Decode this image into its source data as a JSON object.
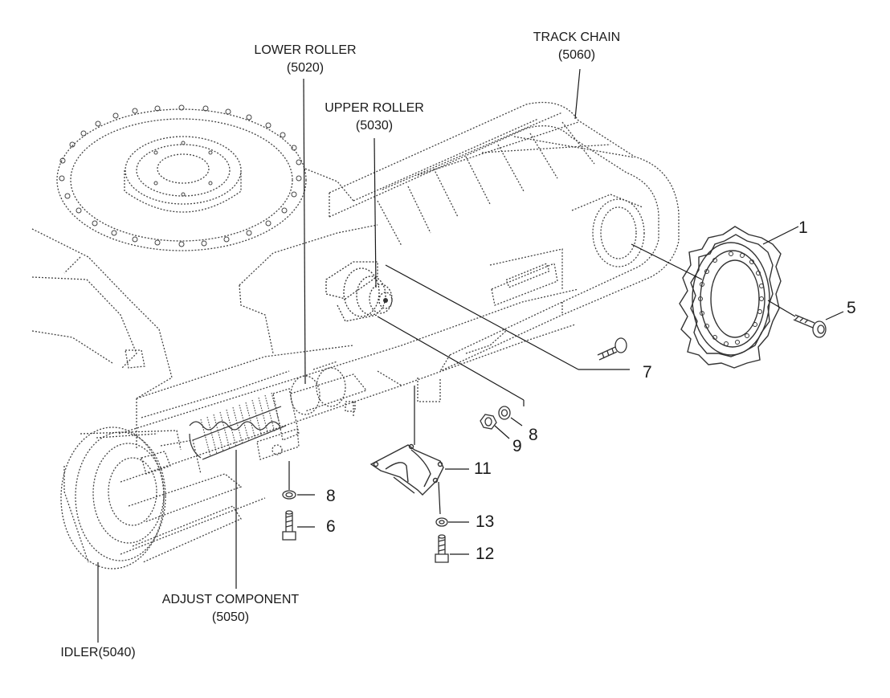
{
  "labels": {
    "track_chain": {
      "name": "TRACK CHAIN",
      "code": "(5060)"
    },
    "lower_roller": {
      "name": "LOWER ROLLER",
      "code": "(5020)"
    },
    "upper_roller": {
      "name": "UPPER ROLLER",
      "code": "(5030)"
    },
    "adjust_component": {
      "name": "ADJUST COMPONENT",
      "code": "(5050)"
    },
    "idler": {
      "name": "IDLER(5040)"
    }
  },
  "callouts": {
    "n1": "1",
    "n5": "5",
    "n7": "7",
    "n8a": "8",
    "n9": "9",
    "n11": "11",
    "n8b": "8",
    "n6": "6",
    "n13": "13",
    "n12": "12"
  },
  "colors": {
    "line": "#1a1a1a",
    "faint": "#555555",
    "background": "#ffffff"
  }
}
